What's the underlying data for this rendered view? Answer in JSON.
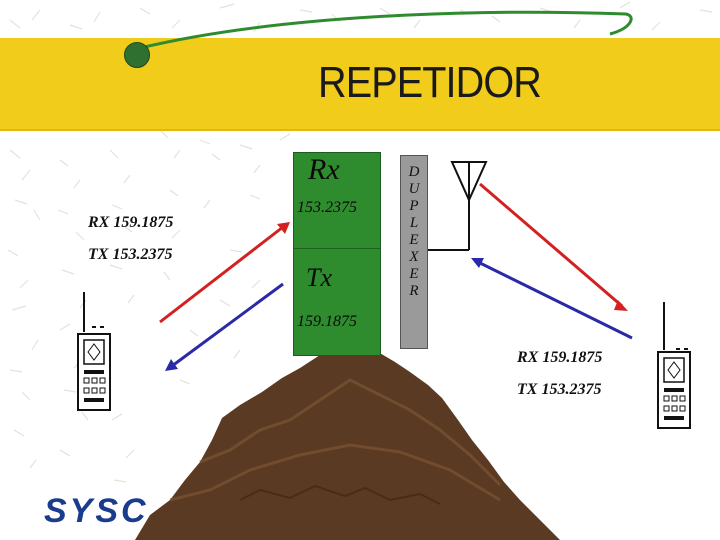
{
  "title": "REPETIDOR",
  "repeater": {
    "rx_label": "Rx",
    "rx_freq": "153.2375",
    "tx_label": "Tx",
    "tx_freq": "159.1875",
    "color": "#2e8b2e"
  },
  "duplexer": {
    "letters": [
      "D",
      "U",
      "P",
      "L",
      "E",
      "X",
      "E",
      "R"
    ]
  },
  "left_radio": {
    "rx": "RX 159.1875",
    "tx": "TX 153.2375"
  },
  "right_radio": {
    "rx": "RX 159.1875",
    "tx": "TX 153.2375"
  },
  "logo": "SYSC",
  "colors": {
    "header": "#f2cc1a",
    "uplink": "#d42020",
    "downlink": "#2a2aa8",
    "mountain": "#5a3a22"
  }
}
